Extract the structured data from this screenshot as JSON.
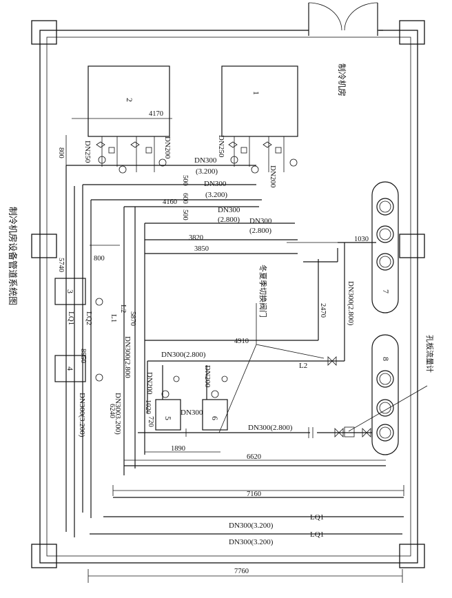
{
  "title": "制冷机房设备管道系统图",
  "room_name": "制冷机房",
  "switch_valve_note": "冬夏季切换阀门",
  "orifice_note": "孔板流量计",
  "equipment": {
    "chiller_2": "2",
    "chiller_1": "1",
    "pump_3": "3",
    "pump_4": "4",
    "tower_5": "5",
    "tower_6": "6",
    "tank_7": "7",
    "tank_8": "8"
  },
  "pipes": {
    "dn250_a": "DN250",
    "dn200_a": "DN200",
    "dn250_b": "DN250",
    "dn200_b": "DN200",
    "dn300_3200_a": "DN300",
    "elev_3200_a": "(3.200)",
    "dn300_3200_b": "DN300",
    "elev_3200_b": "(3.200)",
    "dn300_2800_a": "DN300",
    "elev_2800_a": "(2.800)",
    "dn300_2800_b": "DN300",
    "elev_2800_b": "(2.800)",
    "dn300_2800_right": "DN300(2.800)",
    "dn300_2800_mid": "DN300(2.800)",
    "dn300_2800_low": "DN300(2.800)",
    "dn300_3200_left": "DN300(3.200)",
    "dn300_3200_left2": "DN3003.200)",
    "dn300_2800_left": "DN300(2.800",
    "dn200_t1": "DN200",
    "dn200_t2": "DN200",
    "dn300_tower": "DN300",
    "dn300_3200_bottom1": "DN300(3.200)",
    "dn300_3200_bottom2": "DN300(3.200)"
  },
  "lines": {
    "l1": "L1",
    "l2_left": "L2",
    "l2": "L2",
    "lq1": "LQ1",
    "lq2": "LQ2",
    "lq1_b": "LQ1",
    "lq1_c": "LQ1"
  },
  "dimensions": {
    "d4170": "4170",
    "d800_top": "800",
    "d4160": "4160",
    "d500": "500",
    "d600": "600",
    "d500b": "500",
    "d3820": "3820",
    "d3850": "3850",
    "d1030": "1030",
    "d2470": "2470",
    "d5740": "5740",
    "d800_mid": "800",
    "d5870": "5870",
    "d8950": "8950",
    "d4910": "4910",
    "d1020": "1020",
    "d6240": "6240",
    "d720": "720",
    "d1890": "1890",
    "d6620": "6620",
    "d7160": "7160",
    "d7760": "7760"
  }
}
